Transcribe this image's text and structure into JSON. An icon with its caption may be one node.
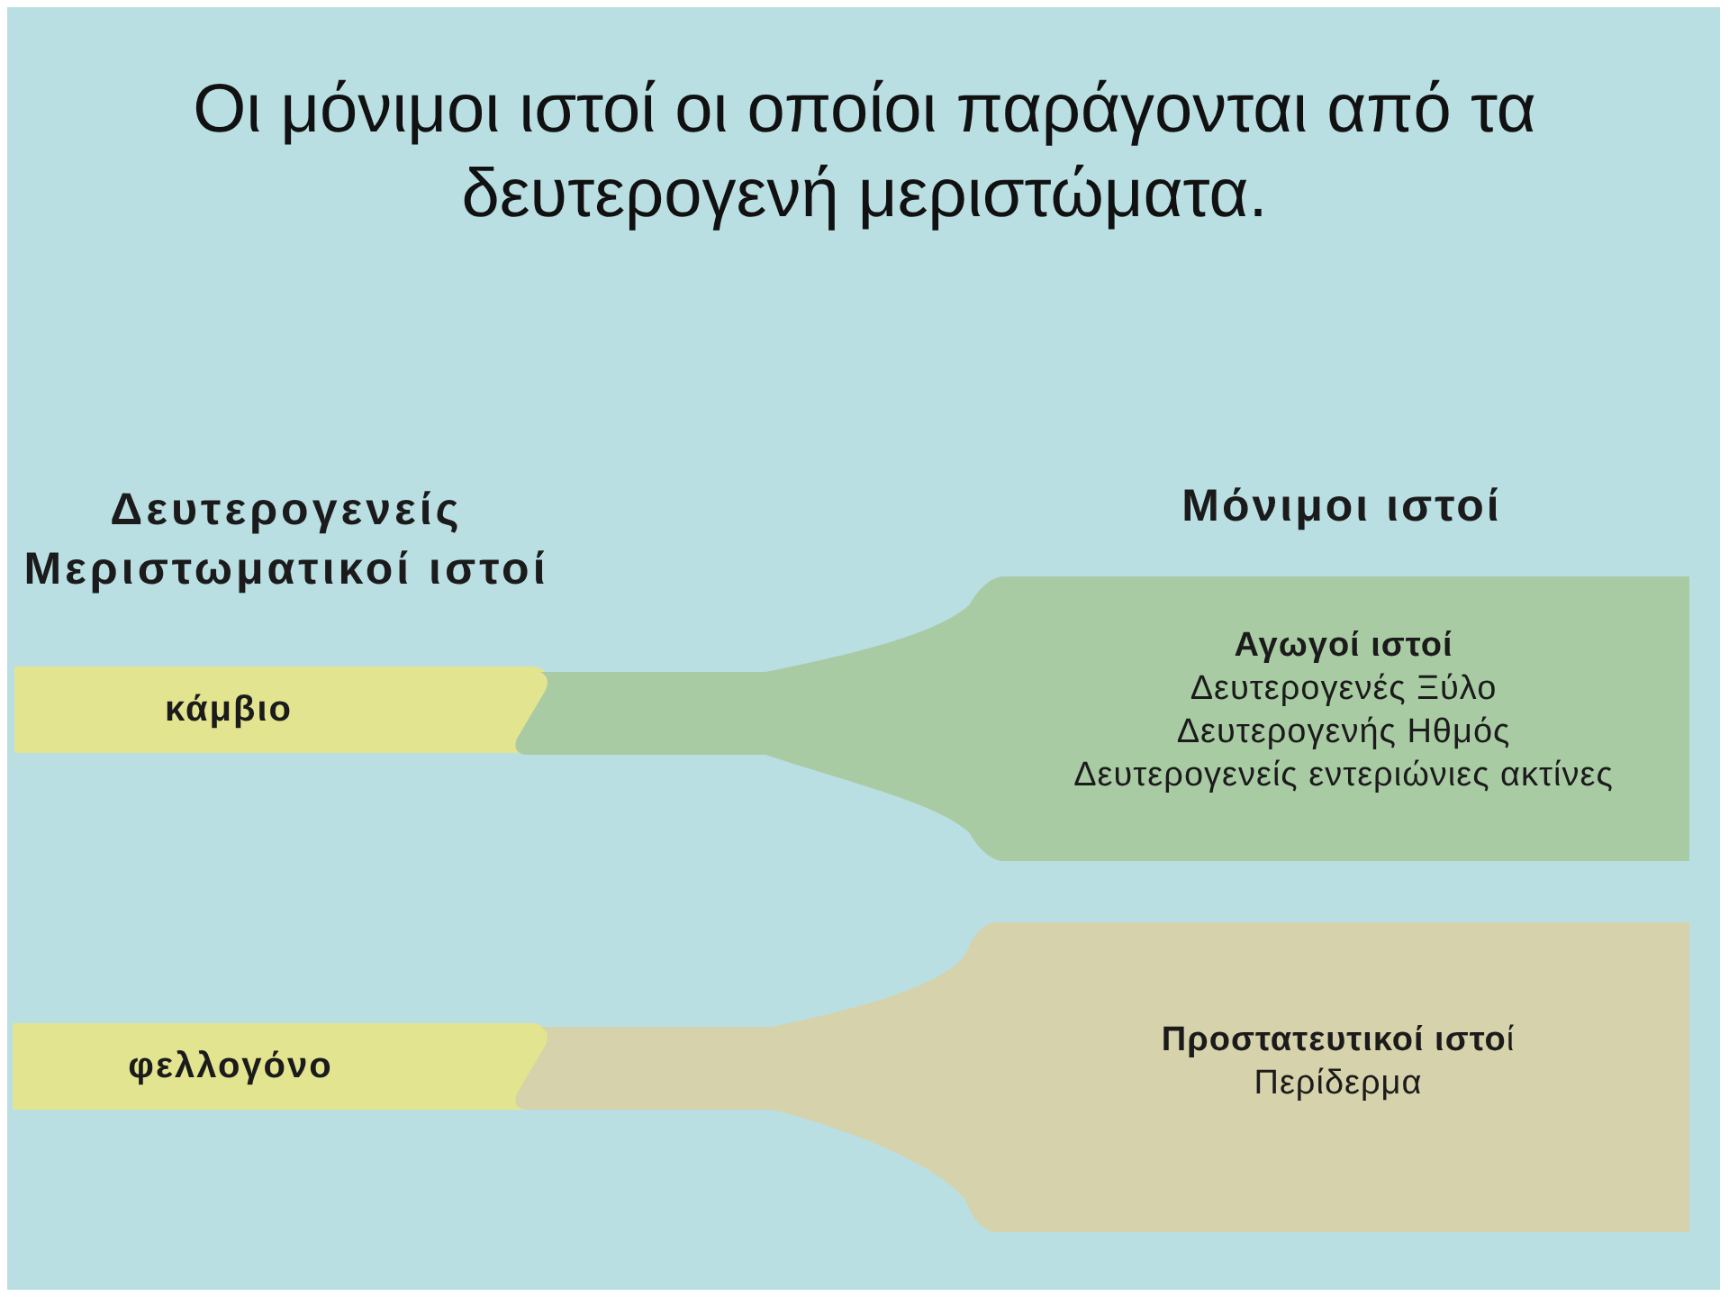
{
  "diagram": {
    "title": "Οι μόνιμοι ιστοί οι οποίοι παράγονται από τα δευτερογενή μεριστώματα.",
    "nodes": [
      {
        "text": [
          "κάμβιο"
        ]
      },
      {
        "text": [
          "Αγωγοί ιστοί",
          "Δευτερογενές Ξύλο",
          "Δευτερογενής Ηθμός",
          "Δευτερογενείς εντεριώνιες ακτίνες"
        ]
      },
      {
        "text": [
          "φελλογόνο"
        ]
      },
      {
        "text": [
          "**Προστατευτικοί ιστο**ί",
          "Περίδερμα"
        ]
      }
    ],
    "labels": [
      "Δευτερογενείς Μεριστωματικοί ιστοί",
      "Μόνιμοι ιστοί"
    ]
  }
}
